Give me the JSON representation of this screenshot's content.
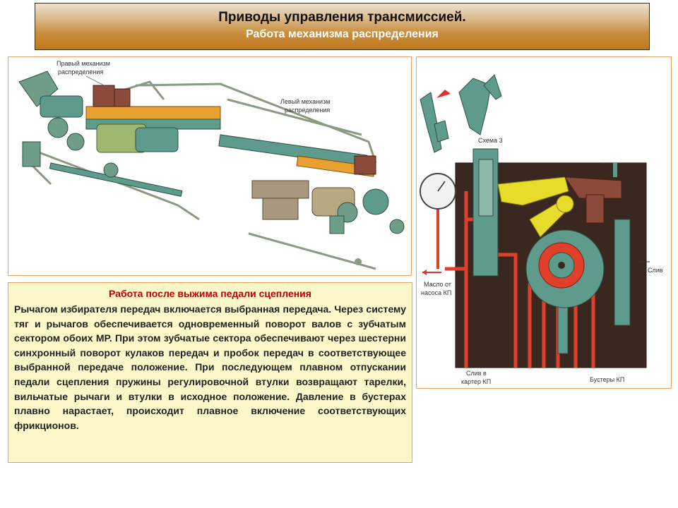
{
  "header": {
    "title": "Приводы управления трансмиссией.",
    "subtitle": "Работа механизма распределения"
  },
  "left_diagram": {
    "labels": {
      "right_mechanism_line1": "Правый механизм",
      "right_mechanism_line2": "распределения",
      "left_mechanism_line1": "Левый механизм",
      "left_mechanism_line2": "распределения"
    }
  },
  "right_diagram": {
    "labels": {
      "scheme": "Схема 3",
      "oil_line1": "Масло от",
      "oil_line2": "насоса КП",
      "drain": "Слив",
      "drain_case_line1": "Слив в",
      "drain_case_line2": "картер КП",
      "boosters": "Бустеры КП"
    }
  },
  "description": {
    "heading": "Работа после выжима педали сцепления",
    "body": "Рычагом избирателя передач включается выбранная передача. Через систему тяг и рычагов обеспечивается одновременный поворот валов с зубчатым сектором обоих МР. При этом зубчатые сектора обеспечивают через шестерни синхронный поворот кулаков передач и пробок передач в соответствующее выбранной передаче положение. При последующем плавном отпускании педали сцепления пружины регулировочной втулки возвращают тарелки, вильчатые рычаги и втулки в исходное положение. Давление в бустерах плавно нарастает, происходит плавное включение соответствующих фрикционов."
  },
  "colors": {
    "header_top": "#eee2d0",
    "header_bottom": "#c0781f",
    "panel_border": "#e7a26a",
    "textbox_bg": "#fbf7c9",
    "heading_red": "#c00000",
    "teal_parts": "#5f9b8c",
    "orange_parts": "#e8a030",
    "brown_parts": "#8b4a3a",
    "hydraulic_red": "#e0402a",
    "housing_dark": "#3a2820",
    "yellow_lever": "#e8dc2a"
  }
}
